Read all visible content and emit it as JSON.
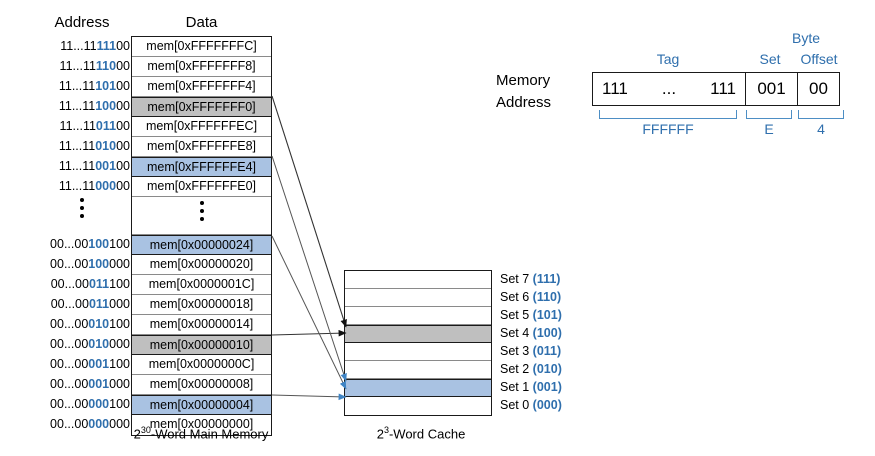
{
  "headings": {
    "address": "Address",
    "data": "Data"
  },
  "memory": {
    "caption_base": "2",
    "caption_exp": "30",
    "caption_rest": "-Word Main Memory",
    "rows": [
      {
        "addr_prefix": "11...11",
        "addr_set": "111",
        "addr_offset": "00",
        "data": "mem[0xFFFFFFFC]",
        "fill": "none"
      },
      {
        "addr_prefix": "11...11",
        "addr_set": "110",
        "addr_offset": "00",
        "data": "mem[0xFFFFFFF8]",
        "fill": "none"
      },
      {
        "addr_prefix": "11...11",
        "addr_set": "101",
        "addr_offset": "00",
        "data": "mem[0xFFFFFFF4]",
        "fill": "none"
      },
      {
        "addr_prefix": "11...11",
        "addr_set": "100",
        "addr_offset": "00",
        "data": "mem[0xFFFFFFF0]",
        "fill": "gray"
      },
      {
        "addr_prefix": "11...11",
        "addr_set": "011",
        "addr_offset": "00",
        "data": "mem[0xFFFFFFEC]",
        "fill": "none"
      },
      {
        "addr_prefix": "11...11",
        "addr_set": "010",
        "addr_offset": "00",
        "data": "mem[0xFFFFFFE8]",
        "fill": "none"
      },
      {
        "addr_prefix": "11...11",
        "addr_set": "001",
        "addr_offset": "00",
        "data": "mem[0xFFFFFFE4]",
        "fill": "blue"
      },
      {
        "addr_prefix": "11...11",
        "addr_set": "000",
        "addr_offset": "00",
        "data": "mem[0xFFFFFFE0]",
        "fill": "none"
      },
      {
        "ellipsis": true
      },
      {
        "addr_prefix": "00...00",
        "addr_set": "100",
        "addr_offset": "100",
        "data": "mem[0x00000024]",
        "fill": "blue"
      },
      {
        "addr_prefix": "00...00",
        "addr_set": "100",
        "addr_offset": "000",
        "data": "mem[0x00000020]",
        "fill": "none"
      },
      {
        "addr_prefix": "00...00",
        "addr_set": "011",
        "addr_offset": "100",
        "data": "mem[0x0000001C]",
        "fill": "none"
      },
      {
        "addr_prefix": "00...00",
        "addr_set": "011",
        "addr_offset": "000",
        "data": "mem[0x00000018]",
        "fill": "none"
      },
      {
        "addr_prefix": "00...00",
        "addr_set": "010",
        "addr_offset": "100",
        "data": "mem[0x00000014]",
        "fill": "none"
      },
      {
        "addr_prefix": "00...00",
        "addr_set": "010",
        "addr_offset": "000",
        "data": "mem[0x00000010]",
        "fill": "gray"
      },
      {
        "addr_prefix": "00...00",
        "addr_set": "001",
        "addr_offset": "100",
        "data": "mem[0x0000000C]",
        "fill": "none"
      },
      {
        "addr_prefix": "00...00",
        "addr_set": "001",
        "addr_offset": "000",
        "data": "mem[0x00000008]",
        "fill": "none"
      },
      {
        "addr_prefix": "00...00",
        "addr_set": "000",
        "addr_offset": "100",
        "data": "mem[0x00000004]",
        "fill": "blue"
      },
      {
        "addr_prefix": "00...00",
        "addr_set": "000",
        "addr_offset": "000",
        "data": "mem[0x00000000]",
        "fill": "none"
      }
    ]
  },
  "cache": {
    "caption_base": "2",
    "caption_exp": "3",
    "caption_rest": "-Word Cache",
    "rows": [
      {
        "label": "Set 7",
        "bits": "(111)",
        "fill": "none"
      },
      {
        "label": "Set 6",
        "bits": "(110)",
        "fill": "none"
      },
      {
        "label": "Set 5",
        "bits": "(101)",
        "fill": "none"
      },
      {
        "label": "Set 4",
        "bits": "(100)",
        "fill": "gray"
      },
      {
        "label": "Set 3",
        "bits": "(011)",
        "fill": "none"
      },
      {
        "label": "Set 2",
        "bits": "(010)",
        "fill": "none"
      },
      {
        "label": "Set 1",
        "bits": "(001)",
        "fill": "blue"
      },
      {
        "label": "Set 0",
        "bits": "(000)",
        "fill": "none"
      }
    ]
  },
  "address_format": {
    "lead_line1": "Memory",
    "lead_line2": "Address",
    "tag_label": "Tag",
    "set_label": "Set",
    "byte_label": "Byte",
    "offset_label": "Offset",
    "tag_left_bits": "111",
    "tag_dots": "...",
    "tag_right_bits": "111",
    "set_bits": "001",
    "offset_bits": "00",
    "tag_hex": "FFFFFF",
    "set_hex": "E",
    "offset_hex": "4"
  },
  "colors": {
    "accent_blue": "#2f6fad",
    "brace_blue": "#4d8ec4",
    "fill_blue": "#a9c2e2",
    "fill_gray": "#bfbfbf",
    "line": "#1a1a1a"
  }
}
